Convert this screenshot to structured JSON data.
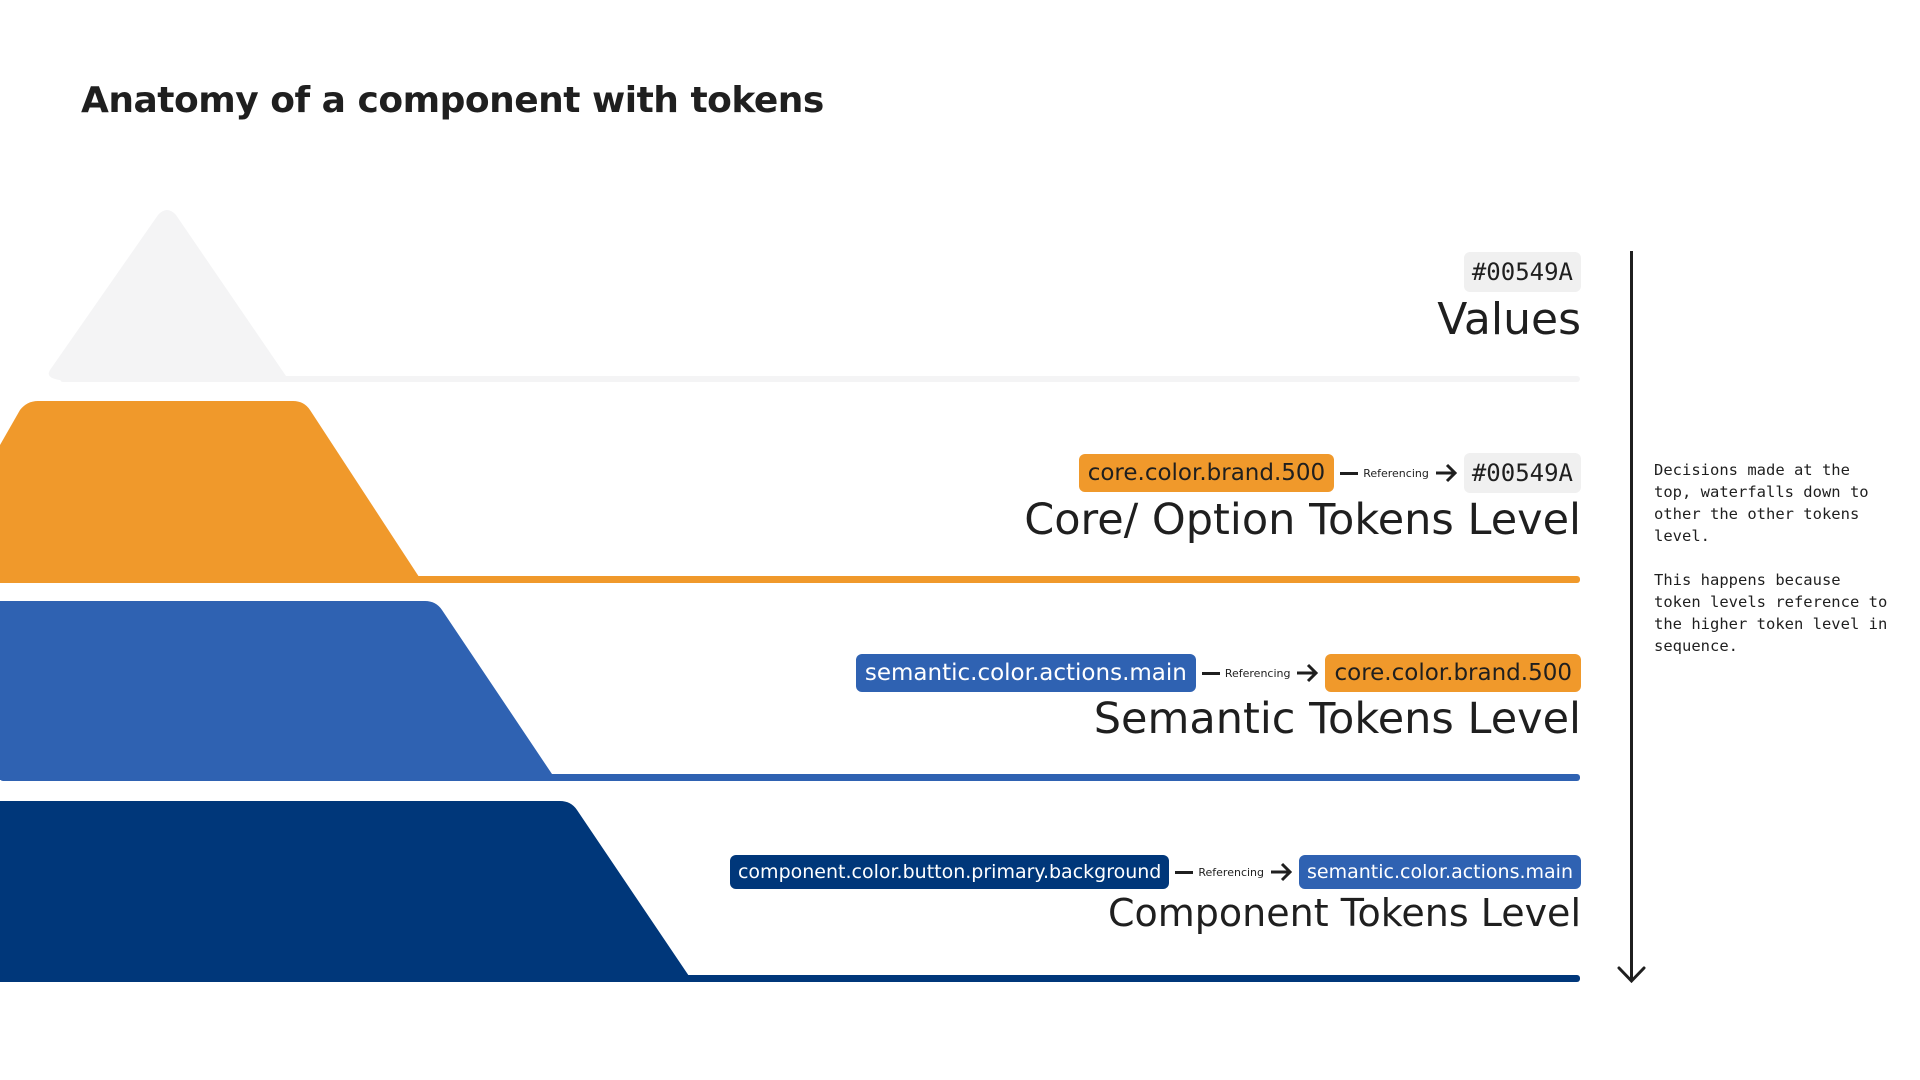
{
  "title": "Anatomy of a component with tokens",
  "colors": {
    "values_shape": "#f4f4f5",
    "core": "#f0992b",
    "semantic": "#2f62b2",
    "component": "#00377a",
    "hex_chip": "#f0f0f0",
    "text": "#1f1f1f"
  },
  "levels": [
    {
      "id": "values",
      "label": "Values",
      "tokens": [
        "#00549A"
      ]
    },
    {
      "id": "core",
      "label": "Core/ Option Tokens Level",
      "tokens": [
        "core.color.brand.500",
        "#00549A"
      ]
    },
    {
      "id": "semantic",
      "label": "Semantic Tokens Level",
      "tokens": [
        "semantic.color.actions.main",
        "core.color.brand.500"
      ]
    },
    {
      "id": "component",
      "label": "Component Tokens Level",
      "tokens": [
        "component.color.button.primary.background",
        "semantic.color.actions.main"
      ]
    }
  ],
  "referencing_label": "Referencing",
  "note": {
    "paragraph1": "Decisions made at the top, waterfalls down to other the other tokens level.",
    "paragraph2": "This happens because token levels reference to the higher token level in sequence."
  },
  "icons": {
    "waterfall_arrow": "arrow-down-icon",
    "reference_arrow": "arrow-right-icon"
  }
}
